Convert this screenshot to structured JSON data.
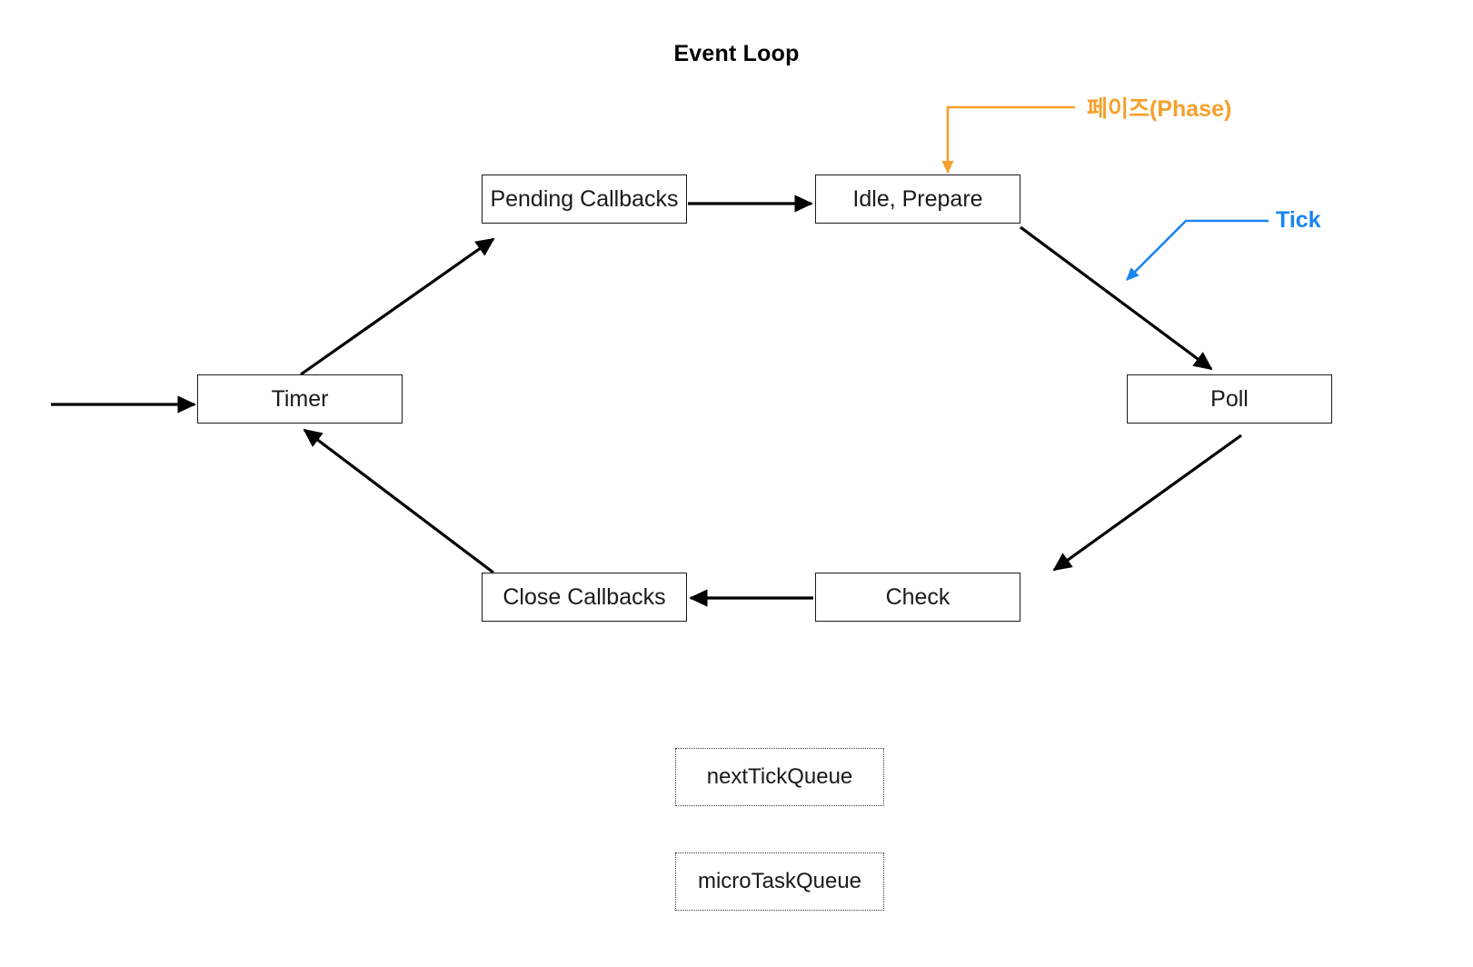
{
  "diagram": {
    "title": "Event Loop",
    "nodes": [
      {
        "id": "pending-callbacks",
        "label": "Pending Callbacks"
      },
      {
        "id": "idle-prepare",
        "label": "Idle, Prepare"
      },
      {
        "id": "timer",
        "label": "Timer"
      },
      {
        "id": "poll",
        "label": "Poll"
      },
      {
        "id": "close-callbacks",
        "label": "Close Callbacks"
      },
      {
        "id": "check",
        "label": "Check"
      }
    ],
    "queues": [
      {
        "id": "next-tick",
        "label": "nextTickQueue"
      },
      {
        "id": "micro-task",
        "label": "microTaskQueue"
      }
    ],
    "annotations": [
      {
        "id": "phase",
        "label": "페이즈(Phase)",
        "color": "#f5a02a",
        "points_to": "idle-prepare"
      },
      {
        "id": "tick",
        "label": "Tick",
        "color": "#1a85f0",
        "points_to": "idle-prepare-to-poll-edge"
      }
    ],
    "edges": [
      {
        "from": "entry",
        "to": "timer",
        "style": "solid",
        "color": "#000000"
      },
      {
        "from": "timer",
        "to": "pending-callbacks",
        "style": "solid",
        "color": "#000000"
      },
      {
        "from": "pending-callbacks",
        "to": "idle-prepare",
        "style": "solid",
        "color": "#000000"
      },
      {
        "from": "idle-prepare",
        "to": "poll",
        "style": "solid",
        "color": "#000000"
      },
      {
        "from": "poll",
        "to": "check",
        "style": "solid",
        "color": "#000000"
      },
      {
        "from": "check",
        "to": "close-callbacks",
        "style": "solid",
        "color": "#000000"
      },
      {
        "from": "close-callbacks",
        "to": "timer",
        "style": "solid",
        "color": "#000000"
      }
    ],
    "colors": {
      "node_border": "#1a1a1a",
      "node_fill": "#ffffff",
      "edge": "#000000",
      "phase_accent": "#f5a02a",
      "tick_accent": "#1a85f0",
      "queue_border": "#3a3a3a",
      "background": "#ffffff"
    }
  }
}
